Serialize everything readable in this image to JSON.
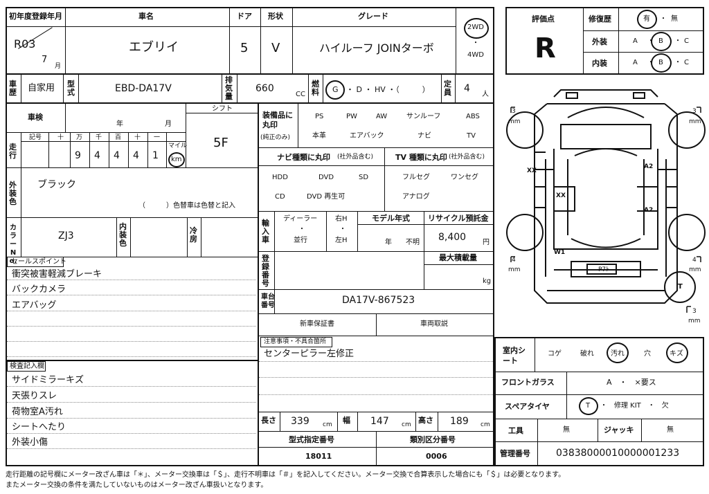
{
  "header": {
    "first_reg_label": "初年度登録年月",
    "car_name_label": "車名",
    "door_label": "ドア",
    "shape_label": "形状",
    "grade_label": "グレード",
    "first_reg_era": "R03",
    "first_reg_month": "7",
    "month_unit": "月",
    "car_name": "エブリイ",
    "doors": "5",
    "shape": "V",
    "grade": "ハイルーフ JOINターボ",
    "drive_2wd": "2WD",
    "drive_dot": "・",
    "drive_4wd": "4WD"
  },
  "rating": {
    "score_label": "評価点",
    "score": "R",
    "repair_label": "修復歴",
    "repair_yes": "有",
    "repair_no": "無",
    "exterior_label": "外装",
    "interior_label": "内装",
    "grade_a": "A",
    "grade_b": "B",
    "grade_c": "C",
    "dot": "・"
  },
  "row2": {
    "history_label": "車歴",
    "usage": "自家用",
    "model_label": "型式",
    "model": "EBD-DA17V",
    "displacement_label": "排気量",
    "displacement": "660",
    "cc": "CC",
    "fuel_label": "燃料",
    "fuel_g": "G",
    "fuel_d": "・ D ・ HV ・（　　　）",
    "capacity_label": "定員",
    "capacity": "4",
    "person": "人"
  },
  "inspection": {
    "label": "車検",
    "year": "年",
    "month": "月",
    "shift_label": "シフト",
    "shift": "5F"
  },
  "mileage": {
    "label": "走行",
    "sign": "記号",
    "units": [
      "十",
      "万",
      "千",
      "百",
      "十",
      "一"
    ],
    "digits": [
      "",
      "9",
      "4",
      "4",
      "4",
      "1"
    ],
    "mile": "マイル",
    "km": "km"
  },
  "color": {
    "label": "外装色",
    "value": "ブラック",
    "note": "（　　　）色替車は色替と記入",
    "code_label": "カラーNo.",
    "code": "ZJ3",
    "interior_label": "内装色",
    "ac_label": "冷房"
  },
  "equipment": {
    "label": "装備品に丸印",
    "sub": "(純正のみ)",
    "row1": [
      "PS",
      "PW",
      "AW",
      "サンルーフ",
      "ABS"
    ],
    "row2": [
      "本革",
      "エアバック",
      "ナビ",
      "TV"
    ]
  },
  "navi": {
    "label": "ナビ種類に丸印",
    "sub": "(社外品含む)",
    "row1": [
      "HDD",
      "DVD",
      "SD"
    ],
    "row2": [
      "CD",
      "DVD 再生可"
    ]
  },
  "tv": {
    "label": "TV 種類に丸印",
    "sub": "(社外品含む)",
    "row1": [
      "フルセグ",
      "ワンセグ"
    ],
    "row2": [
      "アナログ"
    ]
  },
  "import": {
    "label": "輸入車",
    "dealer": "ディーラー",
    "dot": "・",
    "parallel": "並行",
    "right": "右H",
    "left": "左H"
  },
  "model_year": {
    "label": "モデル年式",
    "year": "年",
    "unknown": "不明"
  },
  "recycle": {
    "label": "リサイクル預託金",
    "value": "8,400",
    "unit": "円"
  },
  "registration": {
    "label": "登録番号"
  },
  "max_load": {
    "label": "最大積載量",
    "unit": "kg"
  },
  "chassis": {
    "label": "車台番号",
    "value": "DA17V-867523"
  },
  "docs": {
    "warranty": "新車保証書",
    "manual": "車両取説"
  },
  "notes": {
    "label": "注意事項・不具合箇所",
    "text": "センターピラー左修正"
  },
  "sales": {
    "label": "セールスポイント",
    "items": [
      "衝突被害軽減ブレーキ",
      "バックカメラ",
      "エアバッグ"
    ]
  },
  "inspector": {
    "label": "検査記入欄",
    "items": [
      "サイドミラーキズ",
      "天張りスレ",
      "荷物室A汚れ",
      "シートへたり",
      "外装小傷"
    ]
  },
  "dims": {
    "length_label": "長さ",
    "length": "339",
    "width_label": "幅",
    "width": "147",
    "height_label": "高さ",
    "height": "189",
    "unit": "cm"
  },
  "type_cert": {
    "label": "型式指定番号",
    "value": "18011"
  },
  "class_no": {
    "label": "類別区分番号",
    "value": "0006"
  },
  "interior": {
    "seat_label": "室内シート",
    "items": [
      "コゲ",
      "破れ",
      "汚れ",
      "穴",
      "キズ"
    ]
  },
  "glass": {
    "label": "フロントガラス",
    "value": "A　・　×要ス"
  },
  "spare": {
    "label": "スペアタイヤ",
    "t": "T",
    "rest": "・　修理 KIT　・　欠"
  },
  "tools": {
    "label": "工具",
    "value": "無",
    "jack_label": "ジャッキ",
    "jack": "無"
  },
  "mgmt": {
    "label": "管理番号",
    "value": "03838000010000001233"
  },
  "diagram": {
    "tire_fl": "3",
    "tire_fr": "3",
    "tire_rl": "4",
    "tire_rr": "4",
    "tire_spare": "3",
    "mm": "mm",
    "xx1": "XX",
    "xx2": "XX",
    "a2a": "A2",
    "a2b": "A2",
    "w1": "W1",
    "paato": "P7ﾄ",
    "t": "T"
  },
  "footer": {
    "line1": "走行距離の記号欄にメーター改ざん車は「＊」、メーター交換車は「＄」、走行不明車は「＃」を記入してください。メーター交換で合算表示した場合にも「＄」は必要となります。",
    "line2": "またメーター交換の条件を満たしていないものはメーター改ざん車扱いとなります。"
  }
}
